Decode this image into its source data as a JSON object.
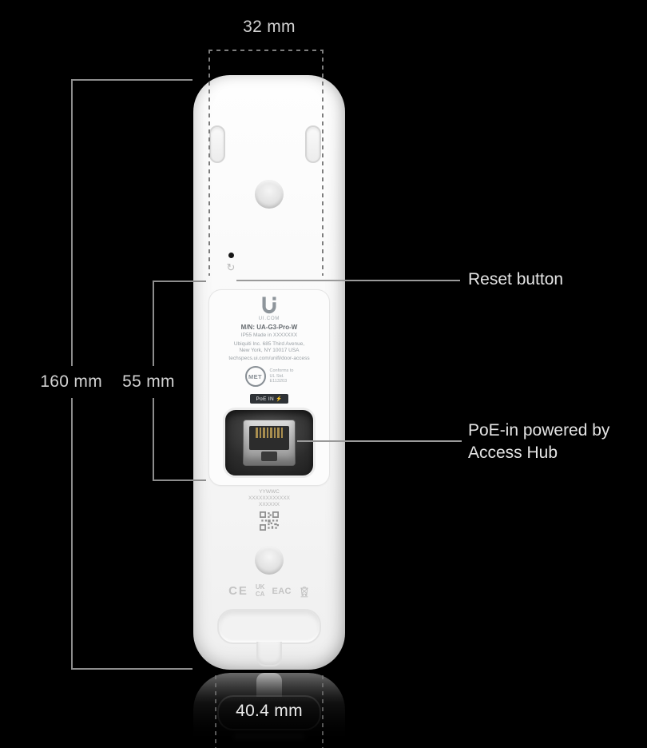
{
  "annotations": {
    "dim_top": "32 mm",
    "dim_full_height": "160 mm",
    "dim_label_height": "55 mm",
    "dim_bottom_width": "40.4 mm",
    "callout_reset": "Reset button",
    "callout_poe_line1": "PoE-in powered by",
    "callout_poe_line2": "Access Hub"
  },
  "device": {
    "label": {
      "brand": "UI.COM",
      "model": "M/N: UA-G3-Pro-W",
      "rating": "IP55   Made in XXXXXXX",
      "address1": "Ubiquiti Inc. 685 Third Avenue,",
      "address2": "New York, NY 10017 USA",
      "website": "techspecs.ui.com/unifi/door-access",
      "met_mark": "MET",
      "met_side1": "Conforms to",
      "met_side2": "UL Std.",
      "met_side3": "E113203",
      "poe_badge": "PoE IN ⚡"
    },
    "serial": {
      "line1": "YYWWC",
      "line2": "XXXXXXXXXXXX",
      "line3": "XXXXXX"
    },
    "regulatory": {
      "ce_mark": "CE",
      "ukca_line1": "UK",
      "ukca_line2": "CA",
      "eac_mark": "ЕАС"
    }
  },
  "colors": {
    "background": "#000000",
    "device_body": "#f7f7f7",
    "annotation_text": "#d2d2d2",
    "annotation_line": "#8d8d8d",
    "badge_background": "#2e3236"
  }
}
